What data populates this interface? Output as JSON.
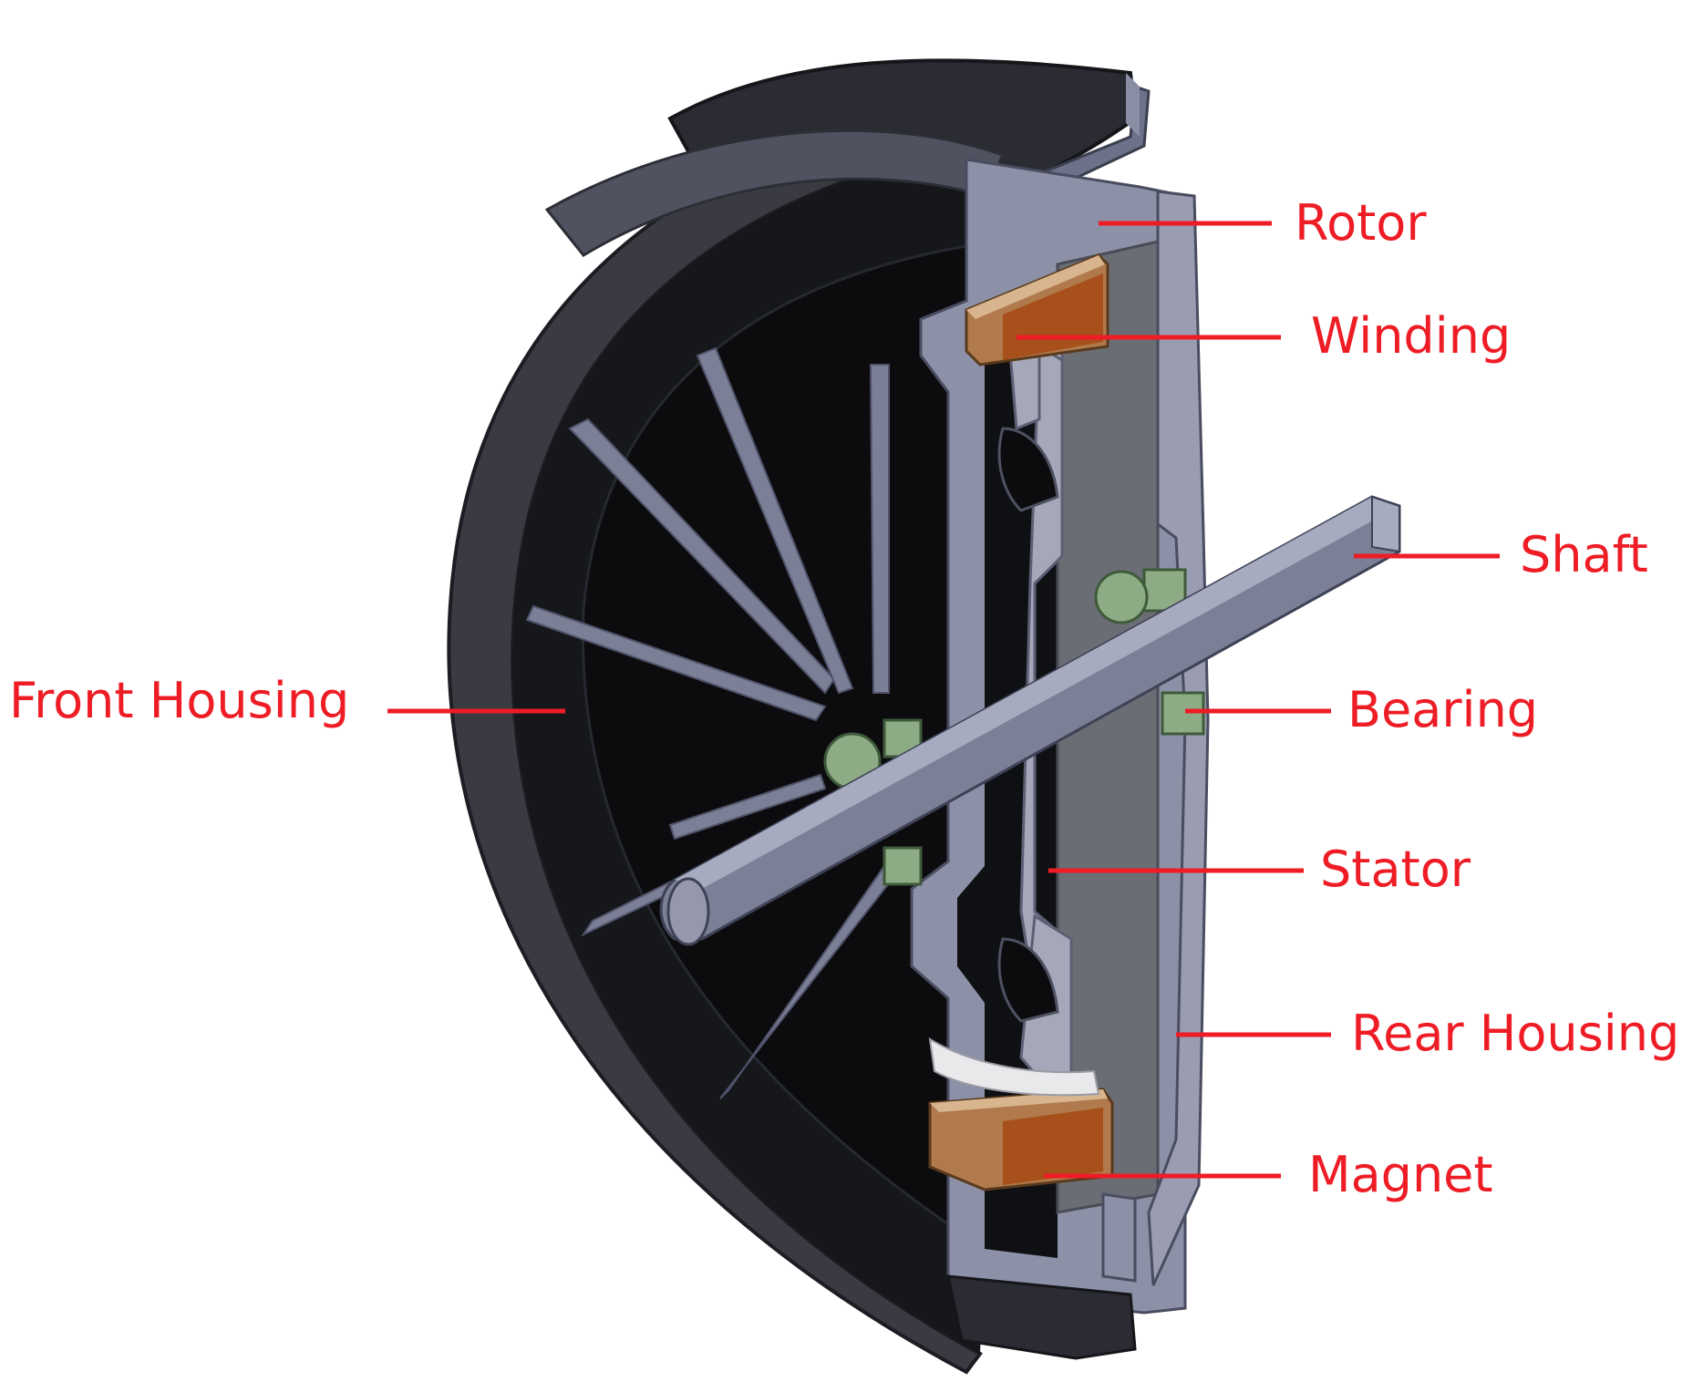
{
  "accent_color": "#ee1c25",
  "labels": {
    "rotor": "Rotor",
    "winding": "Winding",
    "shaft": "Shaft",
    "front_housing": "Front Housing",
    "bearing": "Bearing",
    "stator": "Stator",
    "rear_housing": "Rear Housing",
    "magnet": "Magnet"
  }
}
